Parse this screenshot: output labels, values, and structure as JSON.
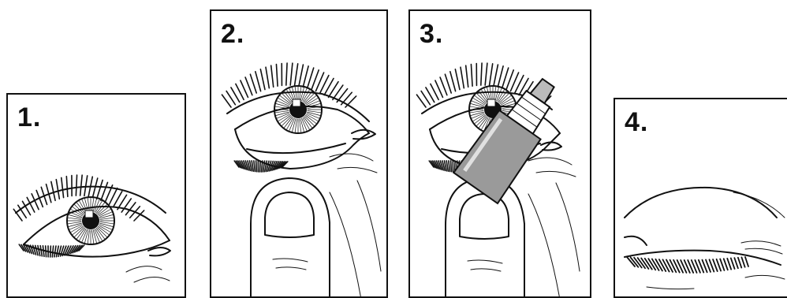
{
  "steps": [
    {
      "number": "1.",
      "icon": "open-eye-icon"
    },
    {
      "number": "2.",
      "icon": "lower-eyelid-pulled-down-icon"
    },
    {
      "number": "3.",
      "icon": "eye-drop-bottle-icon"
    },
    {
      "number": "4.",
      "icon": "closed-eye-icon"
    }
  ]
}
